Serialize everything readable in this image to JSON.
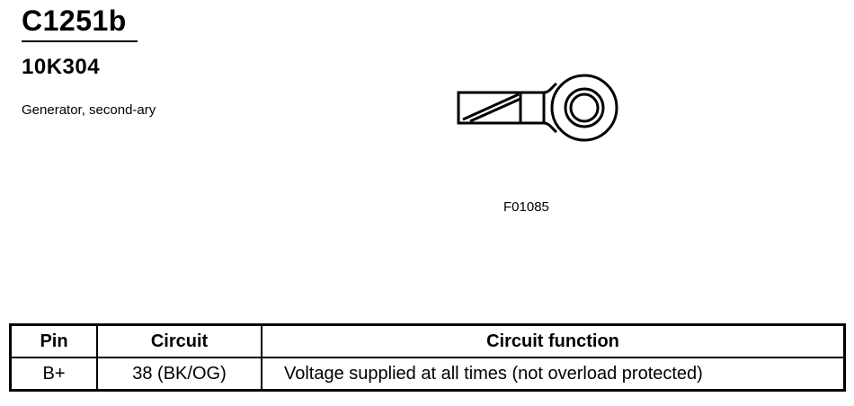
{
  "connector": {
    "id": "C1251b",
    "part_number": "10K304",
    "description": "Generator, second-ary",
    "figure_code": "F01085"
  },
  "pin_table": {
    "headers": {
      "pin": "Pin",
      "circuit": "Circuit",
      "function": "Circuit function"
    },
    "rows": [
      {
        "pin": "B+",
        "circuit": "38 (BK/OG)",
        "function": "Voltage supplied at all times (not overload protected)"
      }
    ]
  }
}
